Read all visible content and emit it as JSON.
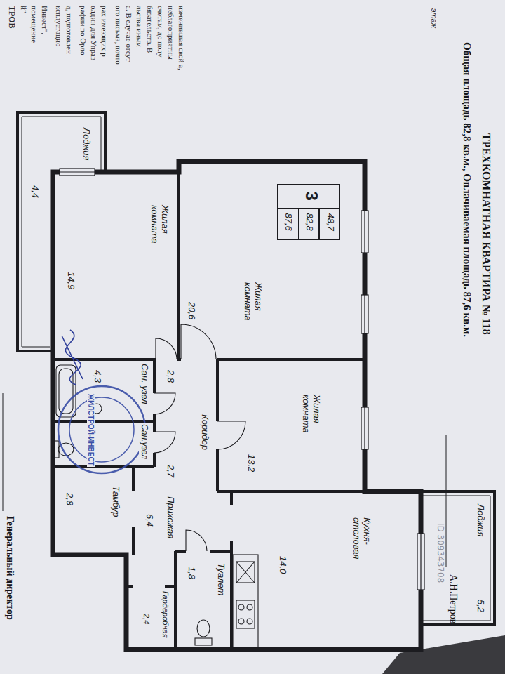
{
  "diagram": {
    "title": "ТРЕХКОМНАТНАЯ КВАРТИРА № 118",
    "nodes": [
      {
        "text": [
          "Лоджия",
          "4,4"
        ]
      },
      {
        "text": [
          "Жилая комната",
          "14,9"
        ]
      },
      {
        "text": [
          "Жилая комната",
          "20,6"
        ]
      },
      {
        "text": [
          "3",
          "48,7",
          "82,8",
          "87,6"
        ],
        "in": 2
      },
      {
        "text": [
          "Жилая комната",
          "13,2"
        ]
      },
      {
        "text": [
          "Сан. узел",
          "4,3"
        ]
      },
      {
        "text": [
          "Коридор",
          "2,7"
        ]
      },
      {
        "text": [
          "Сан.узел"
        ]
      },
      {
        "text": [
          "Тамбур",
          "2,8"
        ]
      },
      {
        "text": [
          "Прихожая",
          "6,4"
        ]
      },
      {
        "text": [
          "Туалет",
          "1,8"
        ]
      },
      {
        "text": [
          "Гардеробная",
          "2,4"
        ]
      },
      {
        "text": [
          "Кухня-столовая",
          "14,0"
        ]
      },
      {
        "text": [
          "Лоджия",
          "5,2"
        ]
      }
    ],
    "labels": [
      "Общая площадь 82,8 кв.м., Оплачиваемая площадь 87,6 кв.м.",
      "изменившая свой а,",
      "неблагоприятны",
      "счетам, до полу",
      "бязательств. В",
      "льства иным",
      "а. В случае отсут",
      "ого письма, почто",
      "рах имеющих р",
      "олдин для Управ",
      "рафии по Орло",
      "д, подготовлен",
      "ксплуатацио",
      "Инвест\",",
      "помещение",
      "й\"",
      "ТРОВ",
      "этаж",
      "2,8",
      "ЖИЛСТРОЙ-ИНВЕСТ",
      "ID 309343708",
      "А.Н.Петров",
      "Генеральный директор"
    ]
  }
}
